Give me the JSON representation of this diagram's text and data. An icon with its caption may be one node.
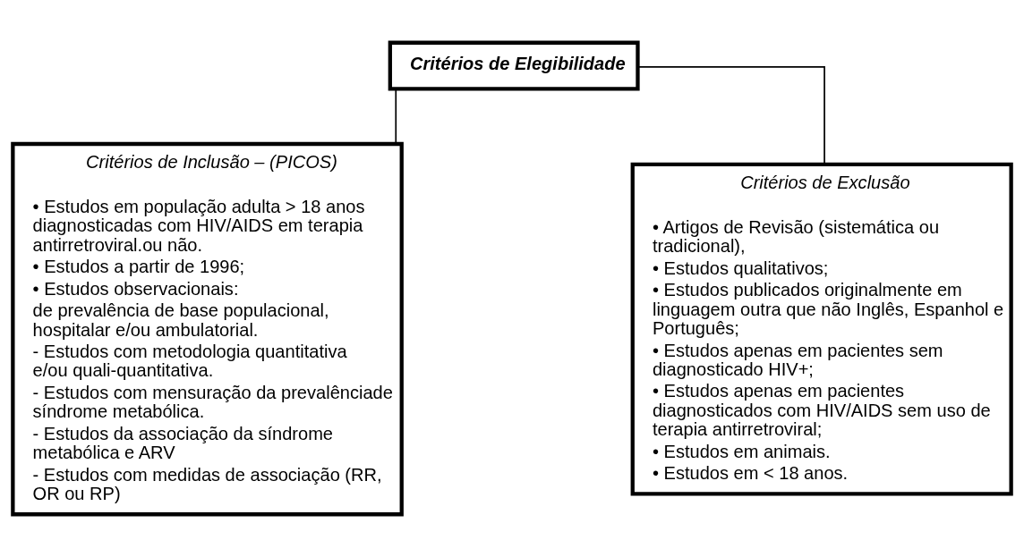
{
  "diagram": {
    "nodes": [
      {
        "text": [
          "Critérios de Elegibilidade"
        ]
      },
      {
        "text": [
          "Critérios de Inclusão – (PICOS)",
          "• Estudos em população adulta > 18 anos diagnosticadas com HIV/AIDS em terapia antirretroviral.ou não.",
          "• Estudos a partir de 1996;",
          "• Estudos observacionais:",
          "de prevalência de base populacional, hospitalar e/ou ambulatorial.",
          "- Estudos com metodologia quantitativa e/ou quali-quantitativa.",
          "- Estudos com mensuração da prevalênciade síndrome metabólica.",
          "- Estudos da associação da síndrome metabólica e ARV",
          "- Estudos com medidas de associação (RR, OR ou RP)"
        ]
      },
      {
        "text": [
          "Critérios de Exclusão",
          "• Artigos de Revisão (sistemática ou tradicional),",
          "• Estudos qualitativos;",
          "• Estudos publicados originalmente em linguagem outra que não Inglês, Espanhol e Português;",
          "• Estudos apenas em pacientes sem diagnosticado HIV+;",
          "• Estudos apenas em pacientes diagnosticados com HIV/AIDS sem uso de terapia antirretroviral;",
          "• Estudos em animais.",
          "• Estudos em < 18 anos."
        ]
      }
    ],
    "edges": [
      {
        "from": 0,
        "to": 1,
        "arrow": "none"
      },
      {
        "from": 0,
        "to": 2,
        "arrow": "none"
      }
    ]
  }
}
